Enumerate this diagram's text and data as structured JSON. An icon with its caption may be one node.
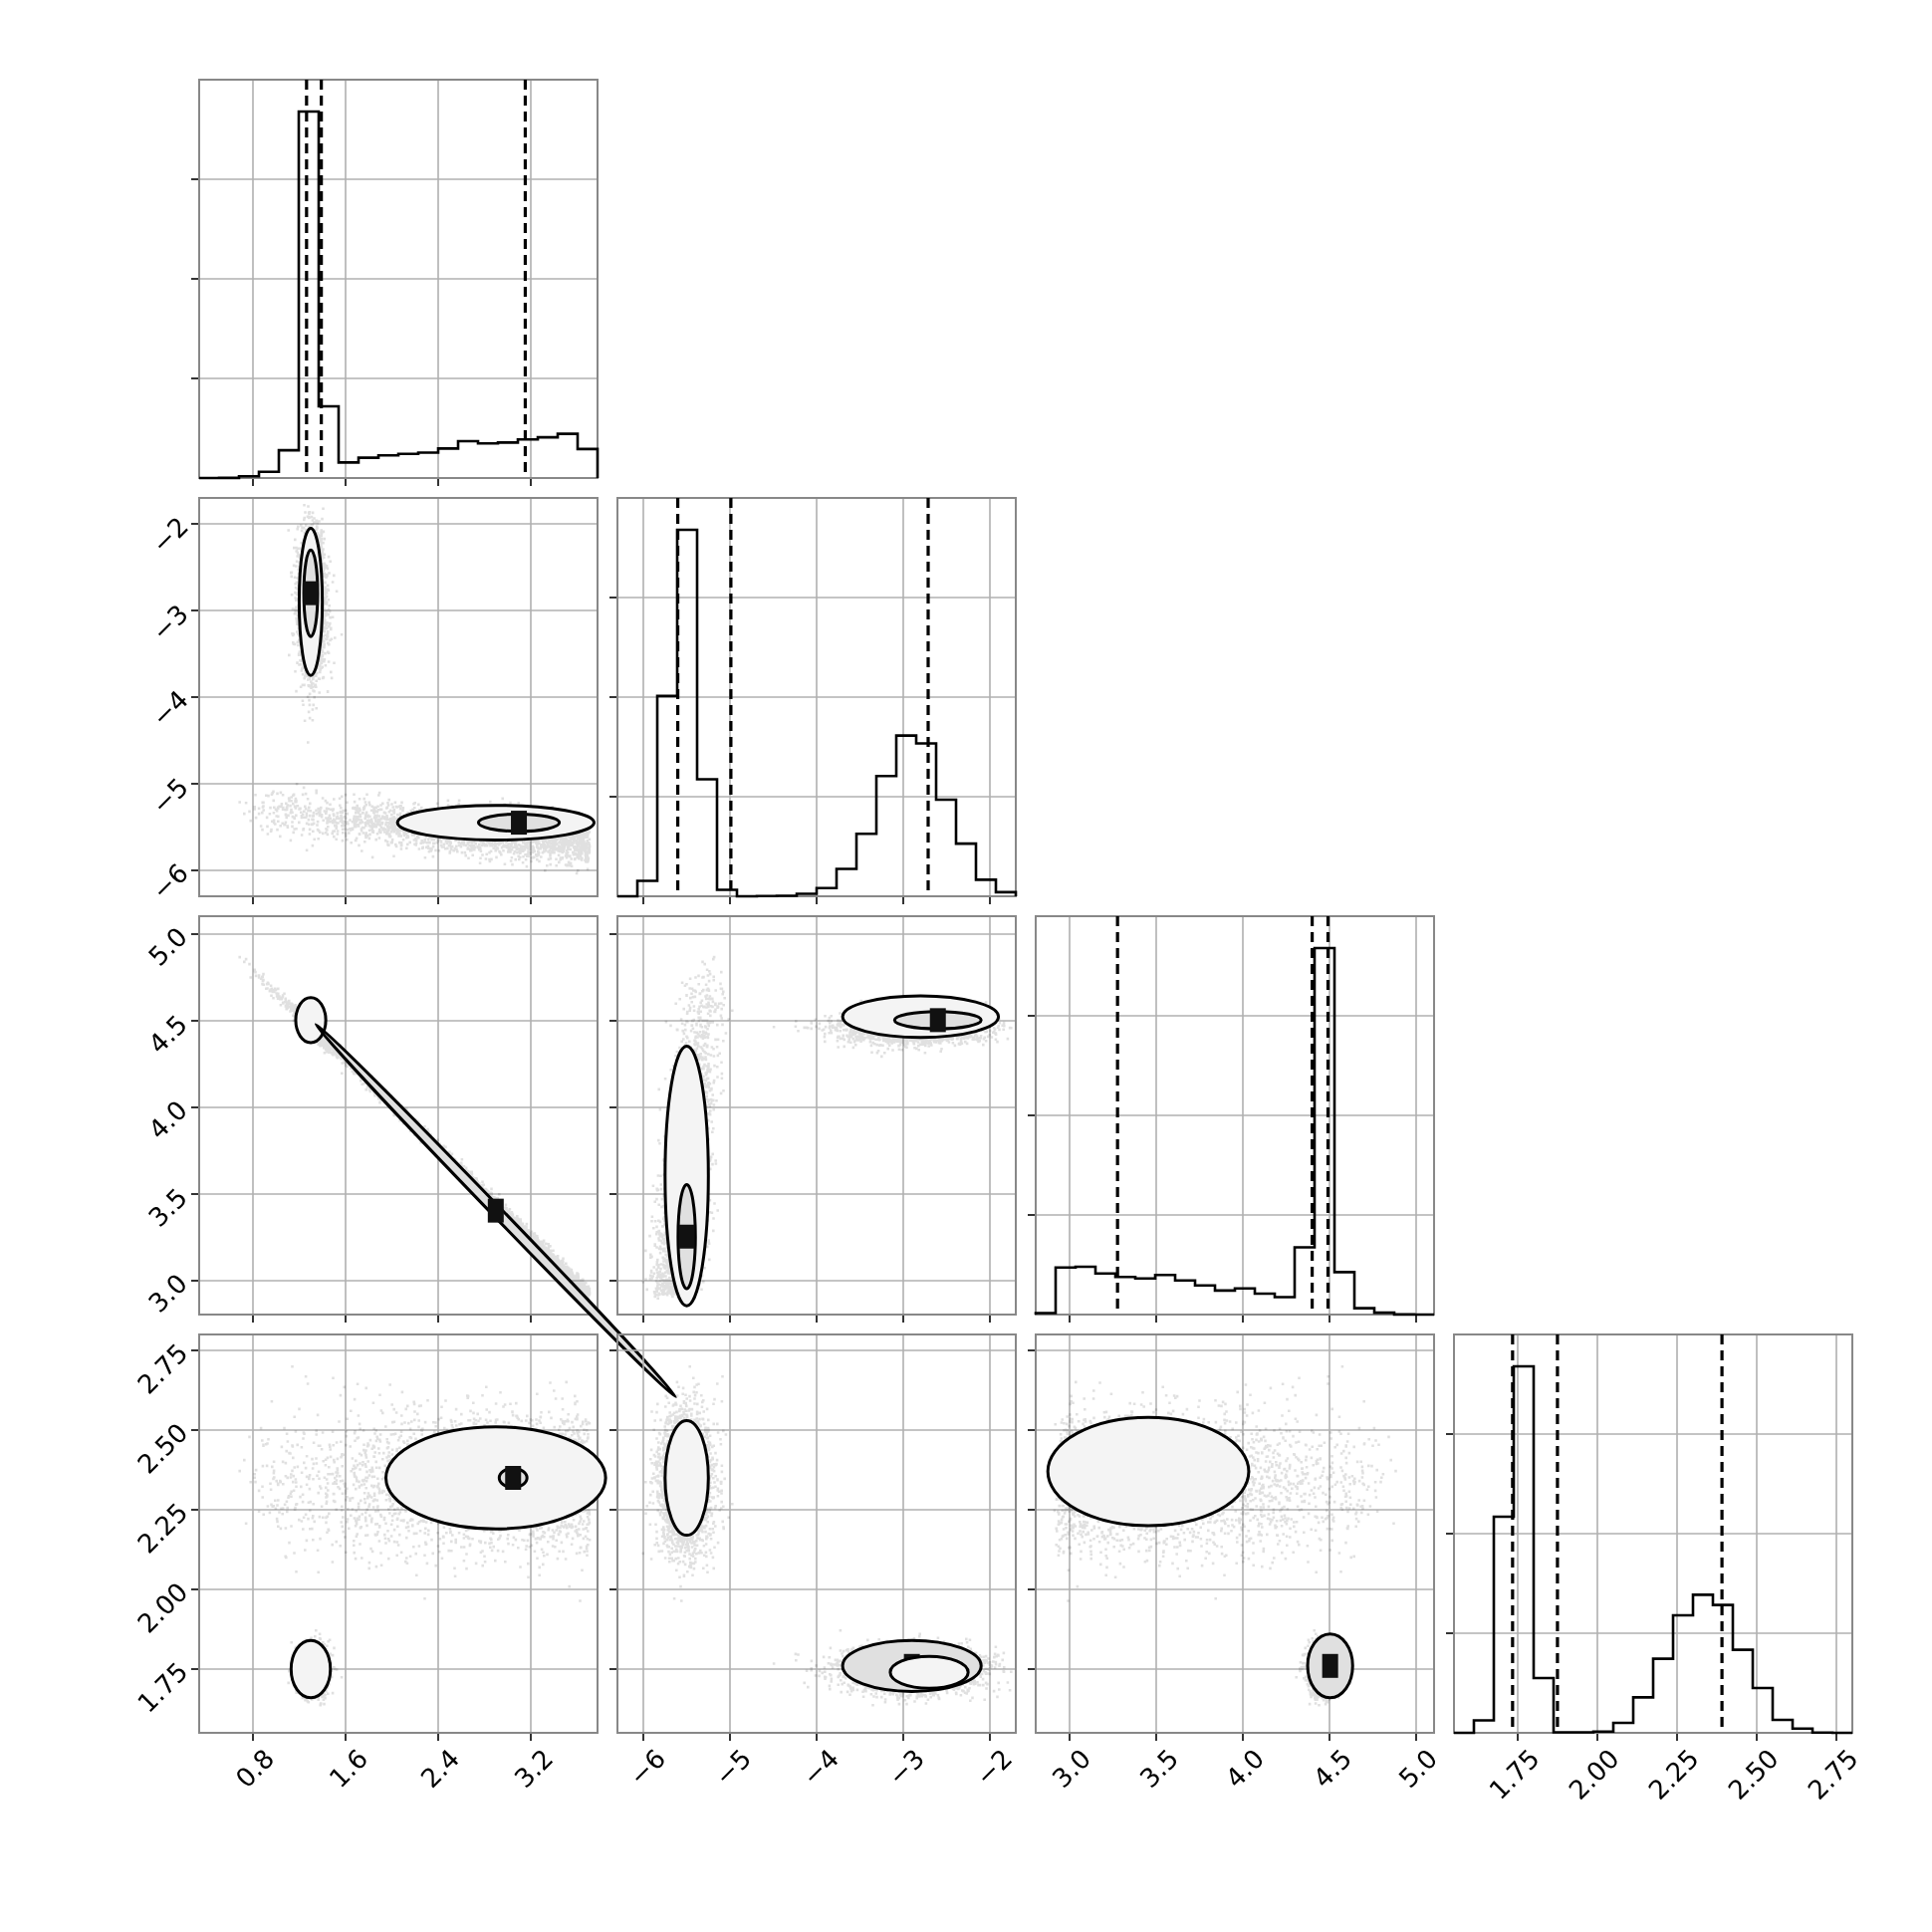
{
  "diagram": {
    "labels": [
      "−2",
      "−3",
      "−4",
      "−5",
      "−6",
      "5.0",
      "4.5",
      "4.0",
      "3.5",
      "3.0",
      "2.75",
      "2.50",
      "2.25",
      "2.00",
      "1.75",
      "0.8",
      "1.6",
      "2.4",
      "3.2",
      "−6",
      "−5",
      "−4",
      "−3",
      "−2",
      "3.0",
      "3.5",
      "4.0",
      "4.5",
      "5.0",
      "1.75",
      "2.00",
      "2.25",
      "2.50",
      "2.75"
    ]
  }
}
